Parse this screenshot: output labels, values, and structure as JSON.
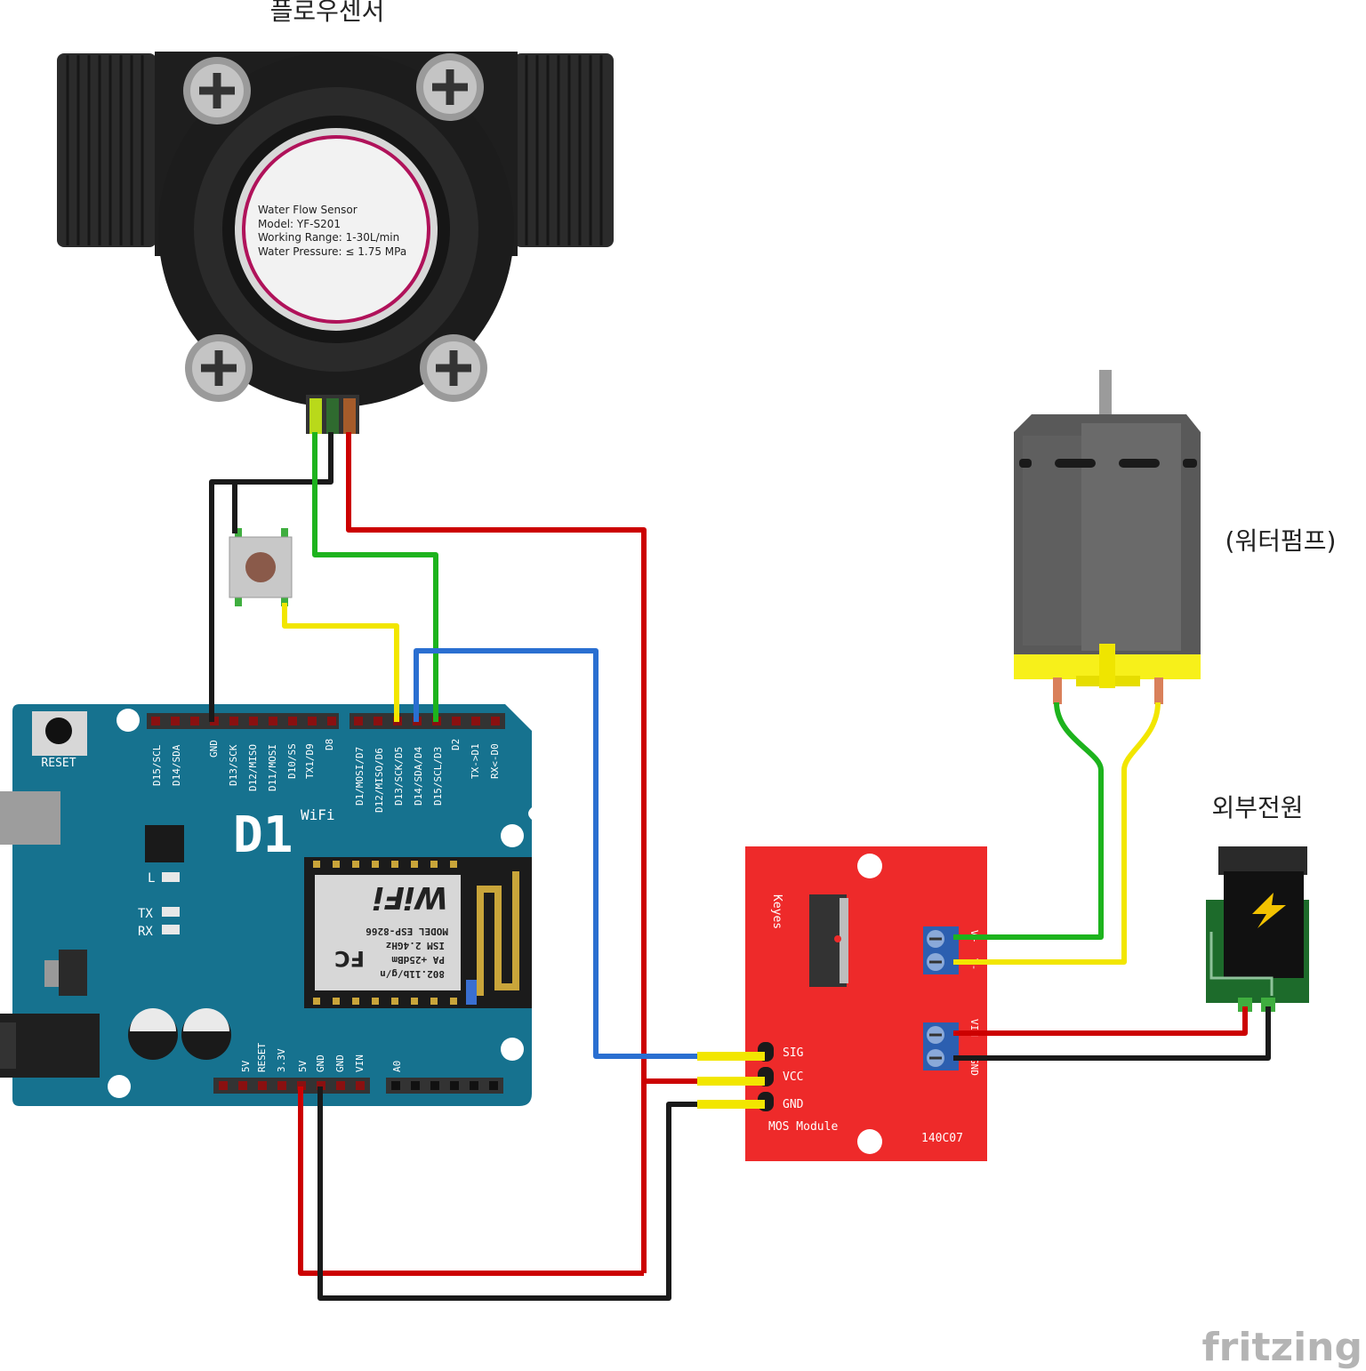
{
  "labels": {
    "flow_sensor_title": "플로우센서",
    "water_pump_label": "(워터펌프)",
    "external_power_label": "외부전원",
    "watermark": "fritzing"
  },
  "flow_sensor": {
    "line1": "Water Flow Sensor",
    "line2": "Model: YF-S201",
    "line3": "Working Range: 1-30L/min",
    "line4": "Water Pressure: ≤ 1.75 MPa"
  },
  "d1_board": {
    "logo": "D1",
    "wifi_text": "WiFi",
    "reset_label": "RESET",
    "led_l": "L",
    "led_tx": "TX",
    "led_rx": "RX",
    "top_pins_left": [
      "D15/SCL",
      "D14/SDA",
      "",
      "GND",
      "D13/SCK",
      "D12/MISO",
      "D11/MOSI",
      "D10/SS",
      "TX1/D9",
      "D8"
    ],
    "top_pins_right": [
      "D1/MOSI/D7",
      "D12/MISO/D6",
      "D13/SCK/D5",
      "D14/SDA/D4",
      "D15/SCL/D3",
      "D2",
      "TX->D1",
      "RX<-D0"
    ],
    "bottom_pins": [
      "5V",
      "RESET",
      "3.3V",
      "5V",
      "GND",
      "GND",
      "VIN"
    ],
    "analog_pin": "A0",
    "esp_module": {
      "line1": "802.11b/g/n",
      "line2": "PA +25dBm",
      "line3": "ISM 2.4GHz",
      "line4": "MODEL  ESP-8266",
      "fcc": "FC",
      "wifi": "WiFi"
    }
  },
  "mos_module": {
    "brand": "Keyes",
    "pins": [
      "SIG",
      "VCC",
      "GND"
    ],
    "name": "MOS Module",
    "code": "140C07",
    "out_labels": [
      "V+",
      "V-"
    ],
    "in_labels": [
      "VIN",
      "GND"
    ]
  },
  "colors": {
    "wire_red": "#cc0000",
    "wire_black": "#1a1a1a",
    "wire_green": "#1db31d",
    "wire_yellow": "#f2e600",
    "wire_blue": "#2a6fd1",
    "board_blue": "#1a7494",
    "mos_red": "#ee2a2a",
    "pump_yellow": "#f7f01a"
  }
}
